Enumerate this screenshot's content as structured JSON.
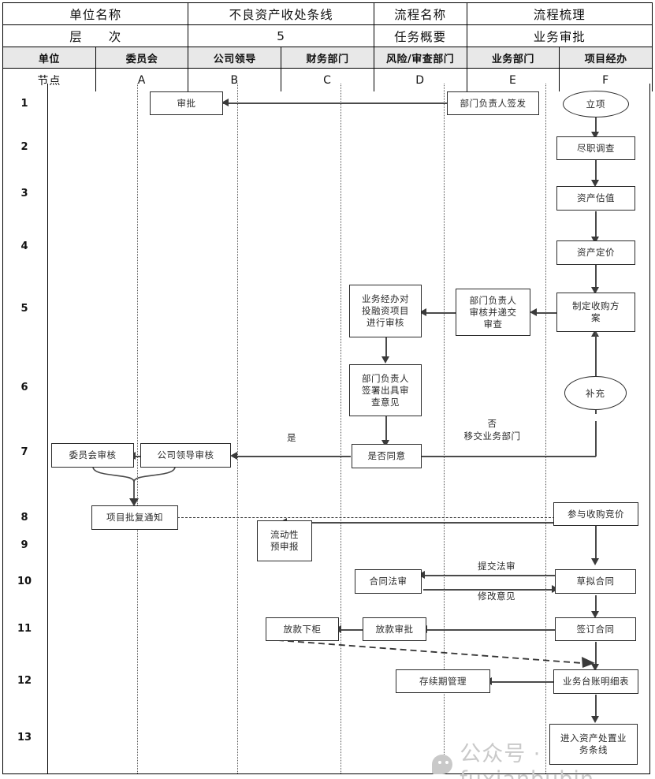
{
  "header": {
    "row1": [
      {
        "label": "单位名称"
      },
      {
        "label": "不良资产收处条线"
      },
      {
        "label": "流程名称"
      },
      {
        "label": "流程梳理"
      }
    ],
    "row2": [
      {
        "label": "层　　次"
      },
      {
        "label": "5"
      },
      {
        "label": "任务概要"
      },
      {
        "label": "业务审批"
      }
    ],
    "unit_row_label": "单位",
    "node_row_label": "节点",
    "columns": [
      {
        "dept": "委员会",
        "code": "A"
      },
      {
        "dept": "公司领导",
        "code": "B"
      },
      {
        "dept": "财务部门",
        "code": "C"
      },
      {
        "dept": "风险/审查部门",
        "code": "D"
      },
      {
        "dept": "业务部门",
        "code": "E"
      },
      {
        "dept": "项目经办",
        "code": "F"
      }
    ]
  },
  "node_numbers": [
    "1",
    "2",
    "3",
    "4",
    "5",
    "6",
    "7",
    "8",
    "9",
    "10",
    "11",
    "12",
    "13"
  ],
  "chart_data": {
    "type": "diagram",
    "title": "不良资产收处条线 业务审批流程梳理",
    "lanes": [
      "委员会 (A)",
      "公司领导 (B)",
      "财务部门 (C)",
      "风险/审查部门 (D)",
      "业务部门 (E)",
      "项目经办 (F)"
    ],
    "nodes": [
      {
        "id": "n1",
        "label": "审批",
        "lane": "B",
        "row": "1",
        "shape": "rect"
      },
      {
        "id": "n2",
        "label": "部门负责人签发",
        "lane": "E",
        "row": "1",
        "shape": "rect"
      },
      {
        "id": "n3",
        "label": "立项",
        "lane": "F",
        "row": "1",
        "shape": "ellipse"
      },
      {
        "id": "n4",
        "label": "尽职调查",
        "lane": "F",
        "row": "2",
        "shape": "rect"
      },
      {
        "id": "n5",
        "label": "资产估值",
        "lane": "F",
        "row": "3",
        "shape": "rect"
      },
      {
        "id": "n6",
        "label": "资产定价",
        "lane": "F",
        "row": "4",
        "shape": "rect"
      },
      {
        "id": "n7",
        "label": "制定收购方案",
        "lane": "F",
        "row": "5",
        "shape": "rect"
      },
      {
        "id": "n8",
        "label": "部门负责人审核并递交审查",
        "lane": "E",
        "row": "5",
        "shape": "rect"
      },
      {
        "id": "n9",
        "label": "业务经办对投融资项目进行审核",
        "lane": "D",
        "row": "5",
        "shape": "rect"
      },
      {
        "id": "n10",
        "label": "部门负责人签署出具审查意见",
        "lane": "D",
        "row": "6",
        "shape": "rect"
      },
      {
        "id": "n11",
        "label": "补充",
        "lane": "F",
        "row": "6",
        "shape": "ellipse"
      },
      {
        "id": "n12",
        "label": "是否同意",
        "lane": "D",
        "row": "7",
        "shape": "rect"
      },
      {
        "id": "n13",
        "label": "公司领导审核",
        "lane": "B",
        "row": "7",
        "shape": "rect"
      },
      {
        "id": "n14",
        "label": "委员会审核",
        "lane": "A",
        "row": "7",
        "shape": "rect"
      },
      {
        "id": "n15",
        "label": "项目批复通知",
        "lane": "A-B",
        "row": "8",
        "shape": "rect"
      },
      {
        "id": "n16",
        "label": "参与收购竞价",
        "lane": "F",
        "row": "8",
        "shape": "rect"
      },
      {
        "id": "n17",
        "label": "流动性预申报",
        "lane": "C",
        "row": "9",
        "shape": "rect"
      },
      {
        "id": "n18",
        "label": "合同法审",
        "lane": "D",
        "row": "10",
        "shape": "rect"
      },
      {
        "id": "n19",
        "label": "草拟合同",
        "lane": "F",
        "row": "10",
        "shape": "rect"
      },
      {
        "id": "n20",
        "label": "放款下柜",
        "lane": "C",
        "row": "11",
        "shape": "rect"
      },
      {
        "id": "n21",
        "label": "放款审批",
        "lane": "D",
        "row": "11",
        "shape": "rect"
      },
      {
        "id": "n22",
        "label": "签订合同",
        "lane": "F",
        "row": "11",
        "shape": "rect"
      },
      {
        "id": "n23",
        "label": "存续期管理",
        "lane": "D",
        "row": "12",
        "shape": "rect"
      },
      {
        "id": "n24",
        "label": "业务台账明细表",
        "lane": "F",
        "row": "12",
        "shape": "rect"
      },
      {
        "id": "n25",
        "label": "进入资产处置业务条线",
        "lane": "F",
        "row": "13",
        "shape": "rect"
      }
    ],
    "edge_labels": [
      {
        "id": "e1",
        "text": "是"
      },
      {
        "id": "e2",
        "text": "否\n移交业务部门"
      },
      {
        "id": "e3",
        "text": "提交法审"
      },
      {
        "id": "e4",
        "text": "修改意见"
      }
    ]
  },
  "boxes": {
    "approve": "审批",
    "dept_head_issue": "部门负责人签发",
    "project_start": "立项",
    "due_diligence": "尽职调查",
    "asset_valuation": "资产估值",
    "asset_pricing": "资产定价",
    "acquisition_plan_l1": "制定收购方",
    "acquisition_plan_l2": "案",
    "dept_head_review_l1": "部门负责人",
    "dept_head_review_l2": "审核并递交",
    "dept_head_review_l3": "审查",
    "biz_review_l1": "业务经办对",
    "biz_review_l2": "投融资项目",
    "biz_review_l3": "进行审核",
    "dept_sign_l1": "部门负责人",
    "dept_sign_l2": "签署出具审",
    "dept_sign_l3": "查意见",
    "supplement": "补充",
    "agree_or_not": "是否同意",
    "leader_review": "公司领导审核",
    "committee_review": "委员会审核",
    "project_approval_notice": "项目批复通知",
    "bid_participation": "参与收购竞价",
    "liquidity_l1": "流动性",
    "liquidity_l2": "预申报",
    "contract_legal": "合同法审",
    "draft_contract": "草拟合同",
    "loan_release": "放款下柜",
    "loan_approval": "放款审批",
    "sign_contract": "签订合同",
    "duration_mgmt": "存续期管理",
    "ledger_detail": "业务台账明细表",
    "asset_disposal_l1": "进入资产处置业",
    "asset_disposal_l2": "务条线"
  },
  "labels": {
    "yes": "是",
    "no_line1": "否",
    "no_line2": "移交业务部门",
    "submit_legal": "提交法审",
    "revise_opinion": "修改意见"
  },
  "watermark": {
    "text": "公众号 · fuxianbubin"
  }
}
